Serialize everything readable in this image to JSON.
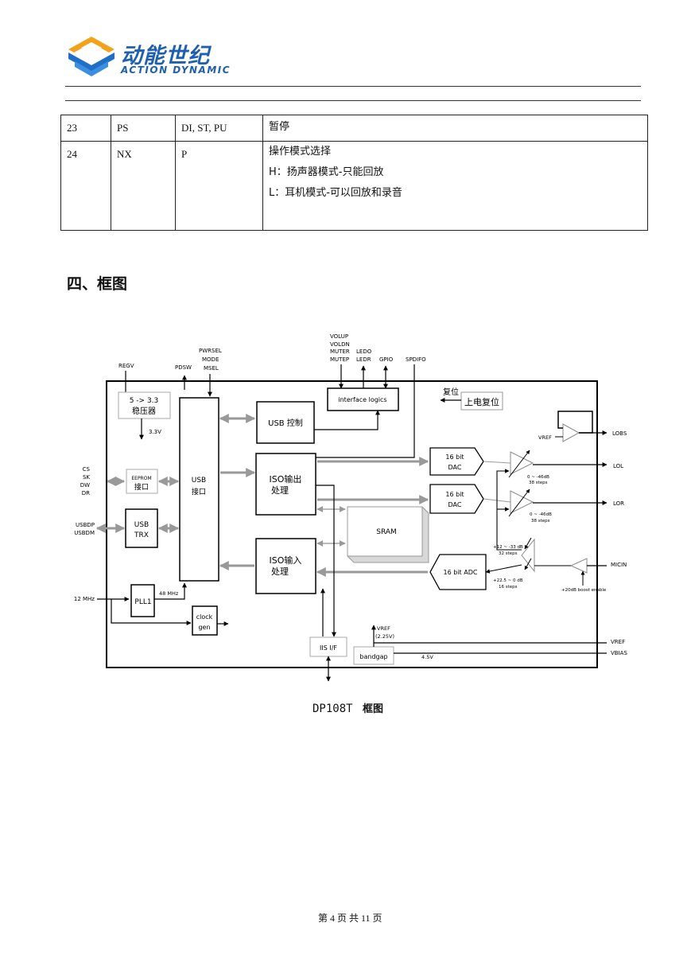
{
  "header": {
    "logo_cn": "动能世纪",
    "logo_en": "ACTION DYNAMIC"
  },
  "pin_table": {
    "rows": [
      {
        "no": "23",
        "name": "PS",
        "type": "DI, ST, PU",
        "desc": [
          "暂停"
        ]
      },
      {
        "no": "24",
        "name": "NX",
        "type": "P",
        "desc": [
          "操作模式选择",
          "H：扬声器模式-只能回放",
          "L：耳机模式-可以回放和录音"
        ]
      }
    ]
  },
  "section": {
    "title": "四、框图"
  },
  "diagram": {
    "caption_model": "DP108T",
    "caption_text": "框图",
    "pins_top": {
      "regv": "REGV",
      "pdsw": "PDSW",
      "pwrsel": "PWRSEL",
      "mode": "MODE",
      "msel": "MSEL",
      "volup": "VOLUP",
      "voldn": "VOLDN",
      "muter": "MUTER",
      "mutep": "MUTEP",
      "ledo": "LEDO",
      "ledr": "LEDR",
      "gpio": "GPIO",
      "spdifo": "SPDIFO"
    },
    "pins_left": {
      "cs": "CS",
      "sk": "SK",
      "dw": "DW",
      "dr": "DR",
      "usbdp": "USBDP",
      "usbdm": "USBDM",
      "clk12": "12 MHz"
    },
    "pins_right": {
      "lobs": "LOBS",
      "lol": "LOL",
      "lor": "LOR",
      "micin": "MICIN",
      "vref": "VREF",
      "vbias": "VBIAS"
    },
    "blocks": {
      "regulator_1": "5 -> 3.3",
      "regulator_2": "稳压器",
      "v33": "3.3V",
      "eeprom_1": "EEPROM",
      "eeprom_2": "接口",
      "usbtrx_1": "USB",
      "usbtrx_2": "TRX",
      "pll": "PLL1",
      "mhz48": "48 MHz",
      "clockgen_1": "clock",
      "clockgen_2": "gen",
      "usbif_1": "USB",
      "usbif_2": "接口",
      "usbctrl": "USB 控制",
      "interface": "interface logics",
      "iso_out_1": "ISO输出",
      "iso_out_2": "处理",
      "iso_in_1": "ISO输入",
      "iso_in_2": "处理",
      "sram": "SRAM",
      "dac1_1": "16 bit",
      "dac1_2": "DAC",
      "dac2_1": "16 bit",
      "dac2_2": "DAC",
      "adc": "16 bit ADC",
      "iis": "IIS I/F",
      "bandgap": "bandgap",
      "reset_label": "复位",
      "reset_box": "上电复位",
      "vref_small": "VREF",
      "vref_out_1": "VREF",
      "vref_out_2": "(2.25V)",
      "v45": "4.5V",
      "gain1_1": "0 ~ -46dB",
      "gain1_2": "38 steps",
      "gain2_1": "0 ~ -46dB",
      "gain2_2": "38 steps",
      "rec_gain_1": "+12 ~ -33 dB",
      "rec_gain_2": "32 steps",
      "adc_gain_1": "+22.5 ~ 0 dB",
      "adc_gain_2": "16 steps",
      "boost": "+20dB boost enable"
    }
  },
  "footer": {
    "page_text": "第 4 页 共 11 页"
  }
}
